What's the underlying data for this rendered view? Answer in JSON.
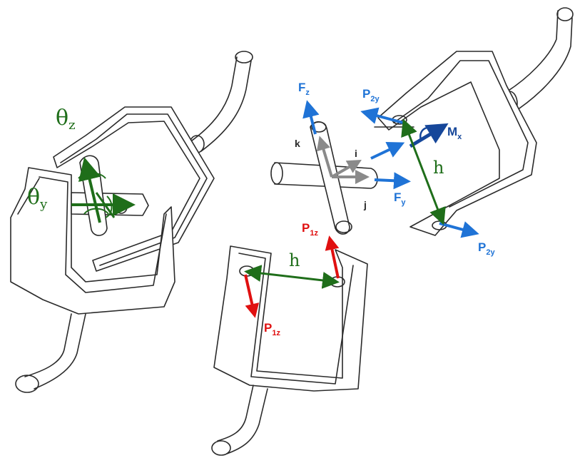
{
  "colors": {
    "green": "#1f6e1a",
    "blue": "#1f73d6",
    "dark_blue": "#16479a",
    "red": "#e01010",
    "gray": "#8a8a8a",
    "ink": "#2a2a2a"
  },
  "left_joint": {
    "theta_z": {
      "symbol": "θ",
      "sub": "z"
    },
    "theta_y": {
      "symbol": "θ",
      "sub": "y"
    }
  },
  "pin_frame": {
    "Fz": {
      "main": "F",
      "sub": "z"
    },
    "Fy": {
      "main": "F",
      "sub": "y"
    },
    "i": "i",
    "j": "j",
    "k": "k"
  },
  "right_yoke": {
    "P2y_top": {
      "main": "P",
      "sub": "2y"
    },
    "P2y_bottom": {
      "main": "P",
      "sub": "2y"
    },
    "Mx": {
      "main": "M",
      "sub": "x"
    },
    "h": "h"
  },
  "bottom_yoke": {
    "P1z_top": {
      "main": "P",
      "sub": "1z"
    },
    "P1z_bottom": {
      "main": "P",
      "sub": "1z"
    },
    "h": "h"
  }
}
